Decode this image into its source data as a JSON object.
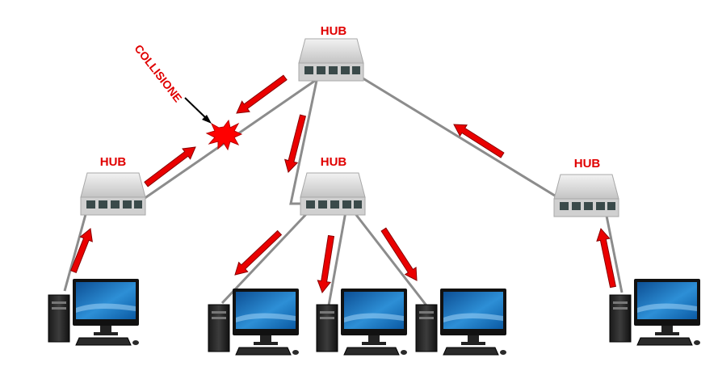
{
  "colors": {
    "label": "#e00000",
    "arrow": "#ea0000",
    "arrow_edge": "#8a0000",
    "link": "#8c8c8c",
    "hub_body": "#d9d9d9",
    "hub_port": "#3a4a4a",
    "screen": "#1f7fc7",
    "burst": "#ff0000"
  },
  "labels": {
    "collision": "COLLISIONE"
  },
  "hubs": [
    {
      "id": "top",
      "label": "HUB"
    },
    {
      "id": "left",
      "label": "HUB"
    },
    {
      "id": "center",
      "label": "HUB"
    },
    {
      "id": "right",
      "label": "HUB"
    }
  ],
  "computers": [
    {
      "id": "pc-left"
    },
    {
      "id": "pc-center-1"
    },
    {
      "id": "pc-center-2"
    },
    {
      "id": "pc-center-3"
    },
    {
      "id": "pc-right"
    }
  ],
  "links": [
    {
      "from": "top",
      "to": "left"
    },
    {
      "from": "top",
      "to": "center"
    },
    {
      "from": "top",
      "to": "right"
    },
    {
      "from": "left",
      "to": "pc-left"
    },
    {
      "from": "center",
      "to": "pc-center-1"
    },
    {
      "from": "center",
      "to": "pc-center-2"
    },
    {
      "from": "center",
      "to": "pc-center-3"
    },
    {
      "from": "right",
      "to": "pc-right"
    }
  ]
}
